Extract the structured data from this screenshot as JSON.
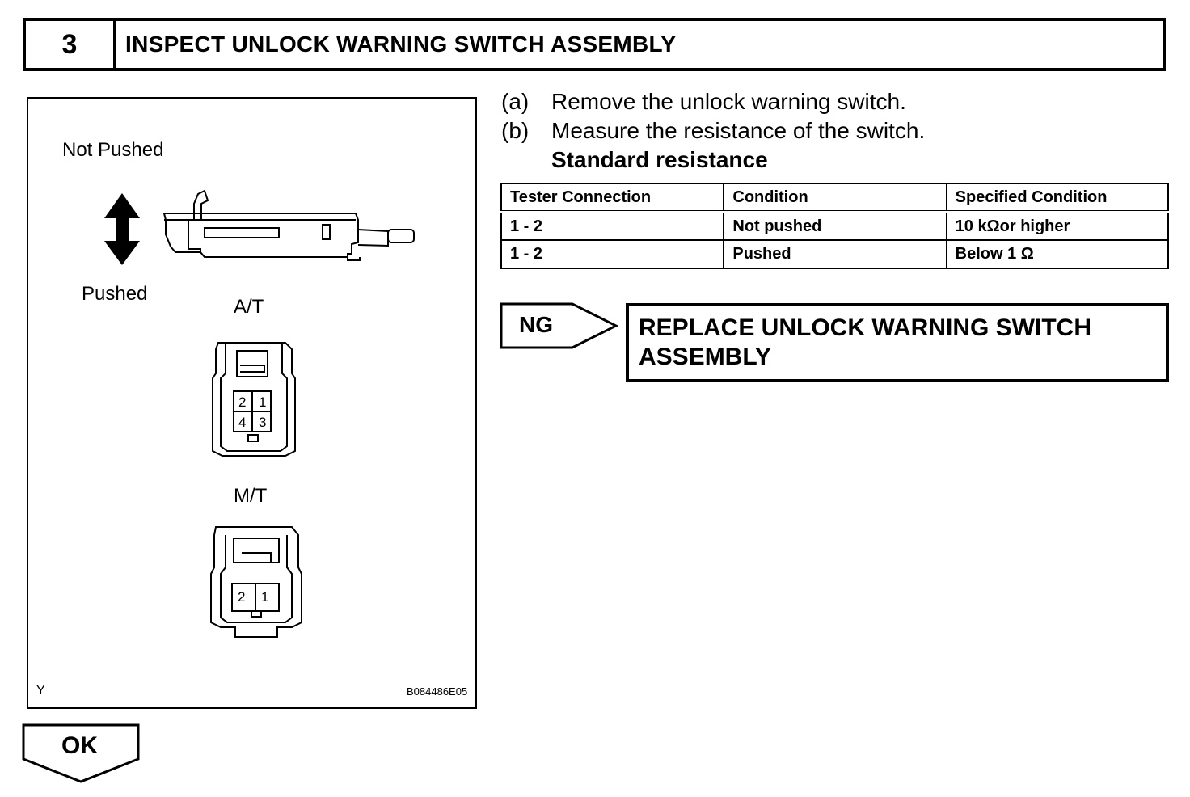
{
  "header": {
    "step_number": "3",
    "title": "INSPECT UNLOCK WARNING SWITCH ASSEMBLY"
  },
  "figure": {
    "not_pushed_label": "Not Pushed",
    "pushed_label": "Pushed",
    "at_label": "A/T",
    "mt_label": "M/T",
    "at_pins": [
      "2",
      "1",
      "4",
      "3"
    ],
    "mt_pins": [
      "2",
      "1"
    ],
    "corner_code": "Y",
    "figure_id": "B084486E05"
  },
  "steps": [
    {
      "letter": "(a)",
      "text": "Remove the unlock warning switch."
    },
    {
      "letter": "(b)",
      "text": "Measure the resistance of the switch."
    }
  ],
  "standard_resistance_label": "Standard resistance",
  "spec_table": {
    "headers": [
      "Tester Connection",
      "Condition",
      "Specified Condition"
    ],
    "rows": [
      [
        "1 - 2",
        "Not pushed",
        "10 kΩor higher"
      ],
      [
        "1 - 2",
        "Pushed",
        "Below 1 Ω"
      ]
    ]
  },
  "ng": {
    "label": "NG",
    "action": "REPLACE UNLOCK WARNING SWITCH ASSEMBLY"
  },
  "ok": {
    "label": "OK"
  }
}
